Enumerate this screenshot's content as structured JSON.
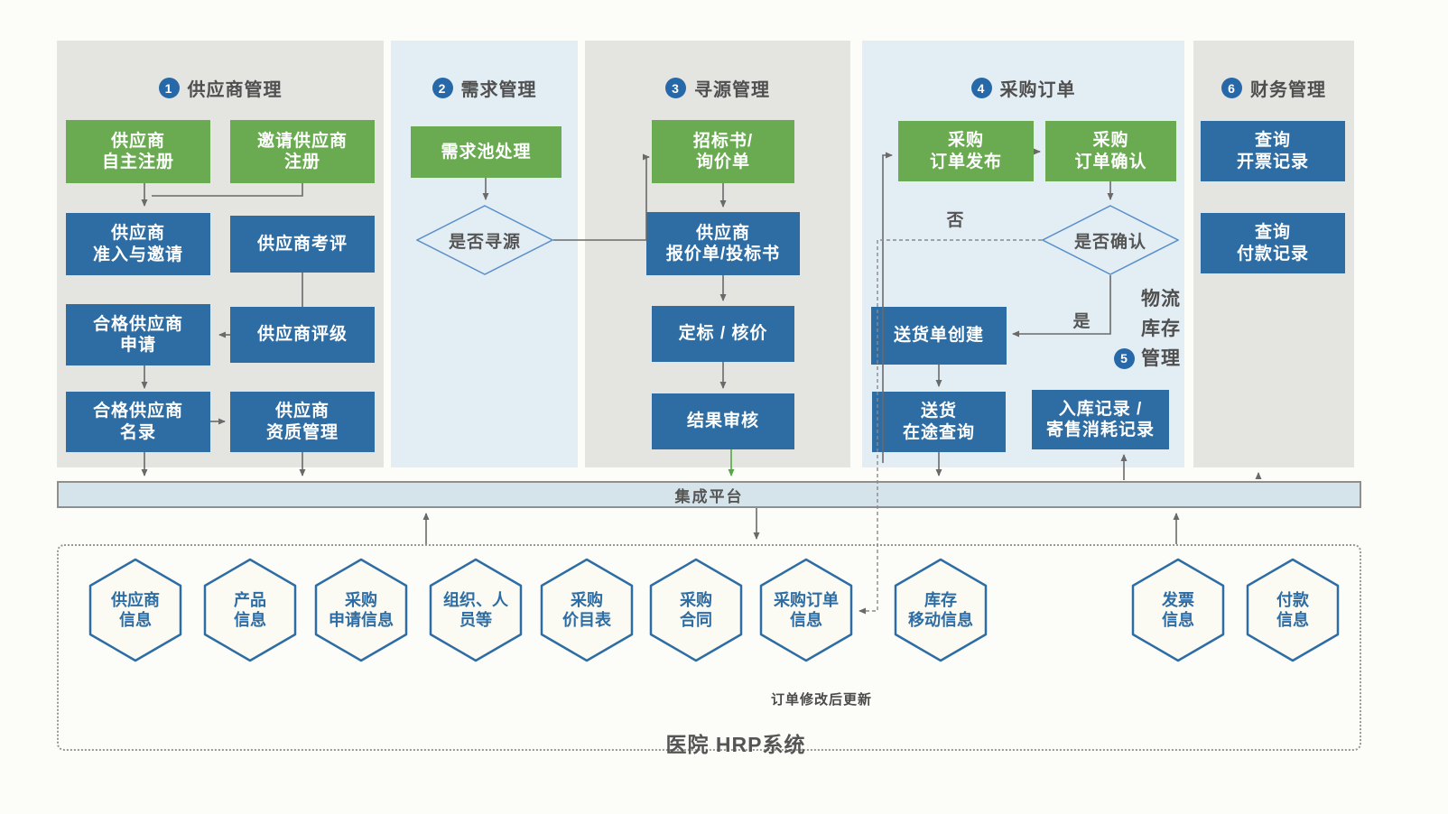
{
  "diagram": {
    "platform_label": "集成平台",
    "hrp_title": "医院 HRP系统",
    "order_update_note": "订单修改后更新",
    "decision_no": "否",
    "decision_yes": "是"
  },
  "sections": [
    {
      "num": "1",
      "title": "供应商管理"
    },
    {
      "num": "2",
      "title": "需求管理"
    },
    {
      "num": "3",
      "title": "寻源管理"
    },
    {
      "num": "4",
      "title": "采购订单"
    },
    {
      "num": "5",
      "title_line1": "物流",
      "title_line2": "库存",
      "title_line3": "管理"
    },
    {
      "num": "6",
      "title": "财务管理"
    }
  ],
  "boxes": {
    "supplier_self_register": "供应商\n自主注册",
    "supplier_invite_register": "邀请供应商\n注册",
    "supplier_admission": "供应商\n准入与邀请",
    "supplier_review": "供应商考评",
    "qualified_supplier_apply": "合格供应商\n申请",
    "supplier_rating": "供应商评级",
    "qualified_supplier_list": "合格供应商\n名录",
    "supplier_qualification": "供应商\n资质管理",
    "demand_pool": "需求池处理",
    "sourcing_decision": "是否寻源",
    "tender_inquiry": "招标书/\n询价单",
    "supplier_quotation": "供应商\n报价单/投标书",
    "award_pricing": "定标 / 核价",
    "result_audit": "结果审核",
    "po_publish": "采购\n订单发布",
    "po_confirm": "采购\n订单确认",
    "confirm_decision": "是否确认",
    "delivery_note_create": "送货单创建",
    "delivery_transit_query": "送货\n在途查询",
    "receipt_consignment": "入库记录 /\n寄售消耗记录",
    "invoice_query": "查询\n开票记录",
    "payment_query": "查询\n付款记录"
  },
  "hexagons": [
    {
      "label": "供应商\n信息"
    },
    {
      "label": "产品\n信息"
    },
    {
      "label": "采购\n申请信息"
    },
    {
      "label": "组织、人\n员等"
    },
    {
      "label": "采购\n价目表"
    },
    {
      "label": "采购\n合同"
    },
    {
      "label": "采购订单\n信息"
    },
    {
      "label": "库存\n移动信息"
    },
    {
      "label": "发票\n信息"
    },
    {
      "label": "付款\n信息"
    }
  ],
  "colors": {
    "green_box": "#6aab52",
    "blue_box": "#2e6da4",
    "panel_gray": "#e4e4e1",
    "panel_blue": "#e3eef4",
    "bar_fill": "#d5e3eb",
    "hex_border": "#2e6da4",
    "badge_blue": "#2769a8",
    "green_arrow": "#56a546"
  }
}
